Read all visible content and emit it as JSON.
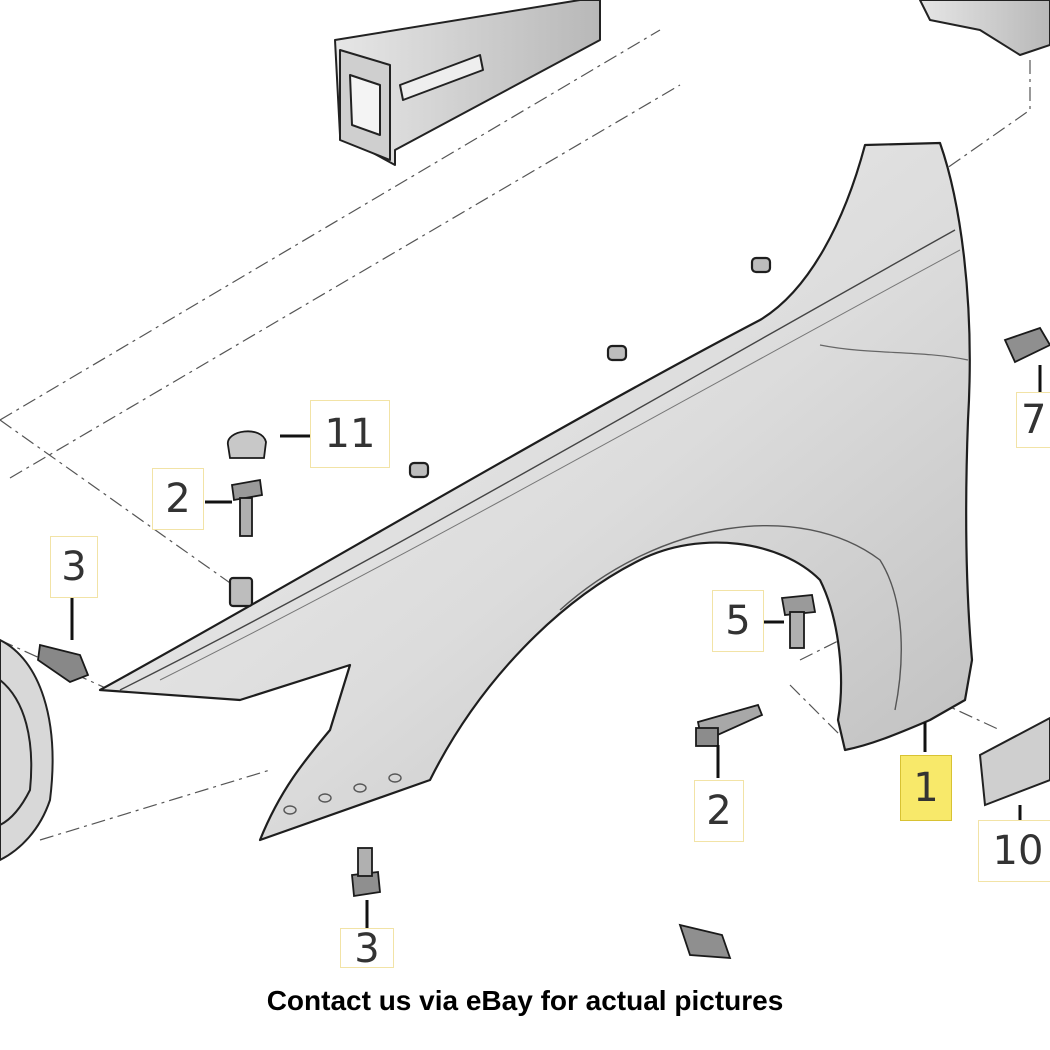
{
  "callouts": {
    "c11": "11",
    "c2a": "2",
    "c3a": "3",
    "c5": "5",
    "c2b": "2",
    "c1": "1",
    "c10": "10",
    "c7": "7",
    "c3b": "3"
  },
  "highlight_color": "#f8e96a",
  "caption": "Contact us via eBay for actual pictures"
}
